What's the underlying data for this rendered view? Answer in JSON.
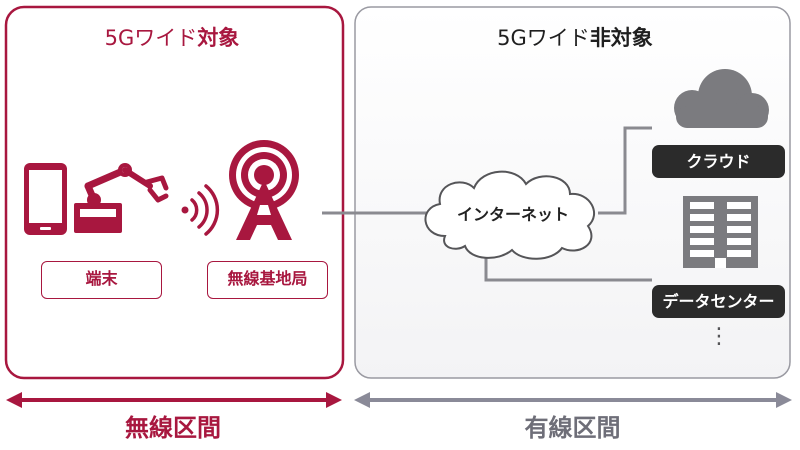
{
  "panels": {
    "target": {
      "title_prefix": "5Gワイド",
      "title_strong": "対象",
      "color": "#a8173f"
    },
    "non_target": {
      "title_prefix": "5Gワイド",
      "title_strong": "非対象",
      "color": "#888888"
    }
  },
  "nodes": {
    "terminal_label": "端末",
    "base_station_label": "無線基地局",
    "internet_label": "インターネット",
    "cloud_label": "クラウド",
    "datacenter_label": "データセンター",
    "more_indicator": "⋮"
  },
  "icons": {
    "smartphone": "smartphone-icon",
    "robot_arm": "robot-arm-icon",
    "wireless_waves": "wireless-waves-icon",
    "antenna_tower": "antenna-tower-icon",
    "cloud": "cloud-icon",
    "building": "building-icon"
  },
  "sections": {
    "wireless": "無線区間",
    "wired": "有線区間"
  },
  "colors": {
    "accent": "#a8173f",
    "wired": "#80808c",
    "dark_tag": "#2b2b2b",
    "icon_gray": "#7b7b7f"
  }
}
